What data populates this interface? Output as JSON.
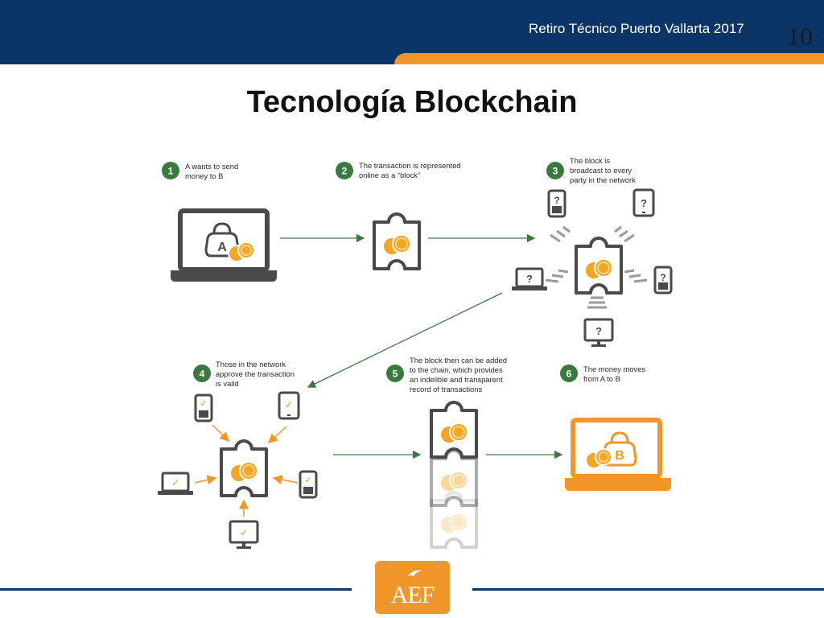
{
  "header": {
    "title": "Retiro Técnico Puerto Vallarta 2017",
    "slide_number": "10"
  },
  "title": "Tecnología Blockchain",
  "steps": [
    {
      "number": "1",
      "lines": [
        "A wants to send",
        "money to B"
      ]
    },
    {
      "number": "2",
      "lines": [
        "The transaction is represented",
        "online as a “block”"
      ]
    },
    {
      "number": "3",
      "lines": [
        "The block is",
        "broadcast to every",
        "party in the network"
      ]
    },
    {
      "number": "4",
      "lines": [
        "Those in the network",
        "approve the transaction",
        "is valid"
      ]
    },
    {
      "number": "5",
      "lines": [
        "The block then can be added",
        "to the chain, which provides",
        "an indelible and transparent",
        "record of transactions"
      ]
    },
    {
      "number": "6",
      "lines": [
        "The money moves",
        "from A to B"
      ]
    }
  ],
  "wallet_labels": {
    "sender": "A",
    "receiver": "B"
  },
  "unknown_mark": "?",
  "approved_mark": "✓",
  "logo": {
    "text": "AEF"
  },
  "colors": {
    "navy": "#0b3567",
    "orange": "#f0962a",
    "green": "#3b7a3e",
    "gray": "#4a4a4a",
    "coin": "#f4a623"
  }
}
